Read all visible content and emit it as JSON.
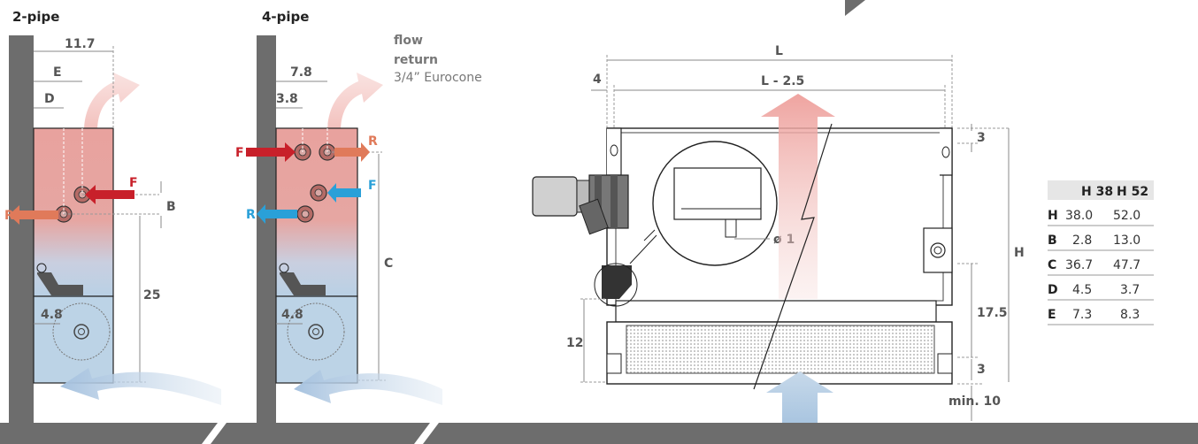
{
  "left_panel": {
    "title": "2-pipe",
    "dim_top": "11.7",
    "dim_e": "E",
    "dim_d": "D",
    "dim_b": "B",
    "dim_25": "25",
    "dim_48": "4.8",
    "label_f": "F",
    "label_r": "R"
  },
  "mid_panel": {
    "title": "4-pipe",
    "dim_top": "7.8",
    "dim_38": "3.8",
    "dim_c": "C",
    "dim_48": "4.8",
    "label_f1": "F",
    "label_r1": "R",
    "label_f2": "F",
    "label_r2": "R"
  },
  "legend": {
    "flow": "flow",
    "return": "return",
    "connector": "3/4” Eurocone"
  },
  "front_view": {
    "dim_l": "L",
    "dim_l25": "L - 2.5",
    "dim_4": "4",
    "dim_3_top": "3",
    "dim_h": "H",
    "dim_diam": "ø 1",
    "dim_175": "17.5",
    "dim_3_bot": "3",
    "dim_min10": "min. 10",
    "dim_12": "12"
  },
  "table": {
    "headers": [
      "H 38",
      "H 52"
    ],
    "rows": [
      {
        "label": "H",
        "v1": "38.0",
        "v2": "52.0"
      },
      {
        "label": "B",
        "v1": "2.8",
        "v2": "13.0"
      },
      {
        "label": "C",
        "v1": "36.7",
        "v2": "47.7"
      },
      {
        "label": "D",
        "v1": "4.5",
        "v2": "3.7"
      },
      {
        "label": "E",
        "v1": "7.3",
        "v2": "8.3"
      }
    ]
  },
  "colors": {
    "flow": "#c8202a",
    "return": "#e07a5a",
    "blue_pipe": "#2aa0d8",
    "wall": "#6d6d6d",
    "unit_pink": "#e9a3a0",
    "unit_blue": "#bcd3e6"
  }
}
